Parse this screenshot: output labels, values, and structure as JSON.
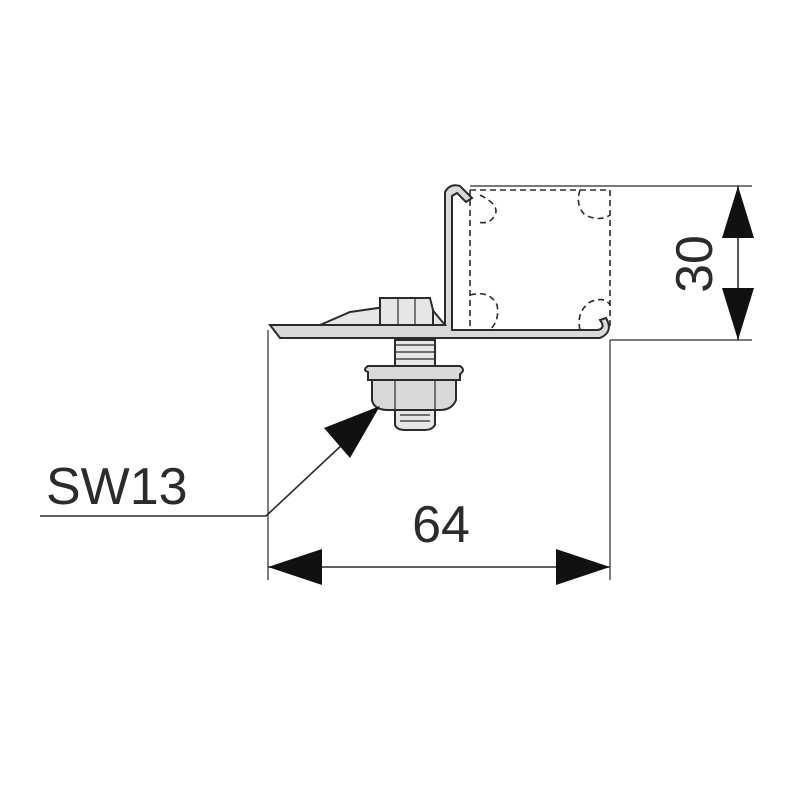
{
  "labels": {
    "wrench_size": "SW13",
    "width_dimension": "64",
    "height_dimension": "30"
  },
  "colors": {
    "line": "#2b2b2b",
    "part_fill": "#d9d9d9",
    "arrow": "#111111"
  }
}
